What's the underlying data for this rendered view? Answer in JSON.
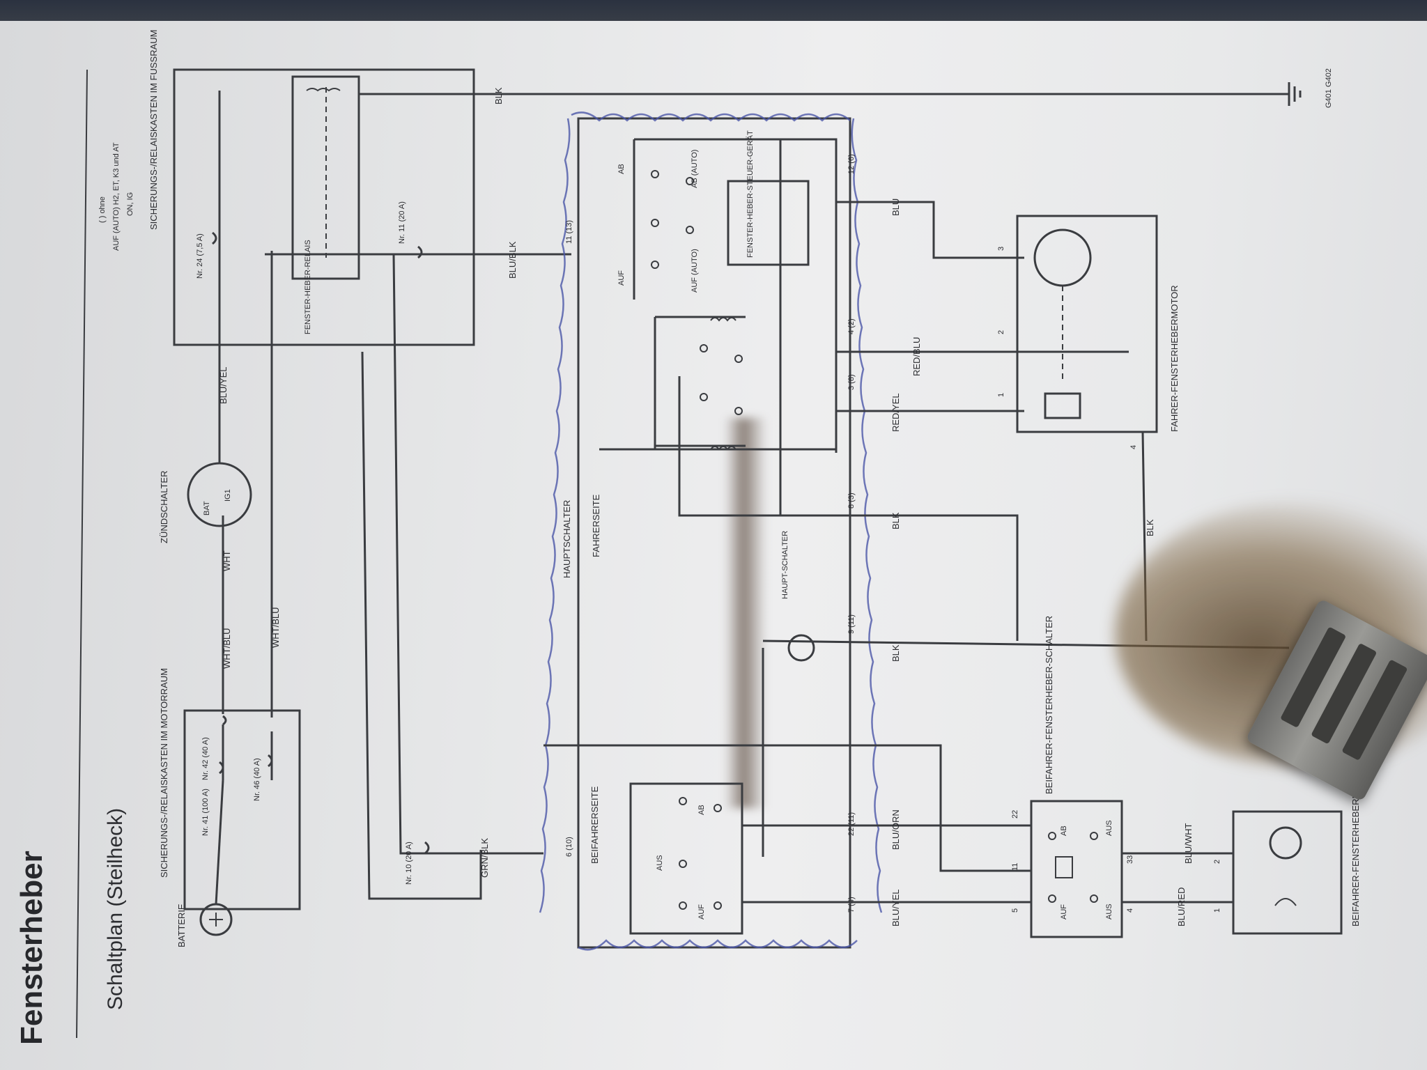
{
  "document": {
    "title": "Fensterheber",
    "subtitle": "Schaltplan (Steilheck)"
  },
  "labels": {
    "battery": "BATTERIE",
    "fusebox_engine": "SICHERUNGS-/RELAISKASTEN IM MOTORRAUM",
    "fuse_41": "Nr. 41 (100 A)",
    "fuse_42": "Nr. 42 (40 A)",
    "fuse_46": "Nr. 46 (40 A)",
    "ignition_switch": "ZÜNDSCHALTER",
    "ign_bat": "BAT",
    "ign_ig1": "IG1",
    "fusebox_cabin": "SICHERUNGS-/RELAISKASTEN IM FUSSRAUM",
    "fuse_24": "Nr. 24 (7,5 A)",
    "fuse_11": "Nr. 11 (20 A)",
    "fuse_10": "Nr. 10 (20 A)",
    "relay": "FENSTER-HEBER-RELAIS",
    "auf_note": "AUF (AUTO) H2, ET, K3 und AT",
    "mode_note": "( ) ohne",
    "ign_note": "ON, IG",
    "main_switch": "HAUPTSCHALTER",
    "driver_side": "FAHRERSEITE",
    "passenger_side": "BEIFAHRERSEITE",
    "control_unit": "FENSTER-HEBER-STEUER-GERÄT",
    "ab": "AB",
    "ab_auto": "AB (AUTO)",
    "auf": "AUF",
    "auf_auto": "AUF (AUTO)",
    "aus": "AUS",
    "main_switch_contact": "HAUPT-SCHALTER",
    "driver_motor": "FAHRER-FENSTERHEBERMOTOR",
    "passenger_switch": "BEIFAHRER-FENSTERHEBER-SCHALTER",
    "passenger_motor": "BEIFAHRER-FENSTERHEBERMOTOR",
    "ground": "G401 G402"
  },
  "wires": {
    "blk": "BLK",
    "blk_yel": "BLU/YEL",
    "wht": "WHT",
    "wht_blu": "WHT/BLU",
    "wht_blu2": "WHT/BLU",
    "grn_blk": "GRN/BLK",
    "blu_blk": "BLU/BLK",
    "blu": "BLU",
    "red_blu": "RED/BLU",
    "red_yel": "RED/YEL",
    "blk2": "BLK",
    "blk3": "BLK",
    "blk4": "BLK",
    "blu_yel": "BLU/YEL",
    "blu_orn": "BLU/ORN",
    "blu_red": "BLU/RED",
    "blu_wht": "BLU/WHT"
  },
  "pins": {
    "p11_13": "11 (13)",
    "p12_6": "12 (6)",
    "p4_2": "4 (2)",
    "p3_8": "3 (8)",
    "p8_3": "8 (3)",
    "p9_11": "9 (11)",
    "p22_11": "22 (11)",
    "p7_4": "7 (4)",
    "p6_10": "6 (10)",
    "m3": "3",
    "m2": "2",
    "m1": "1",
    "m4": "4",
    "s22": "22",
    "s11": "11",
    "s33": "33",
    "s4": "4",
    "s5": "5",
    "pm2": "2",
    "pm1": "1"
  },
  "colors": {
    "ink": "#3a3c40",
    "pen": "#4b56a8",
    "paper": "#e6e7e8"
  }
}
